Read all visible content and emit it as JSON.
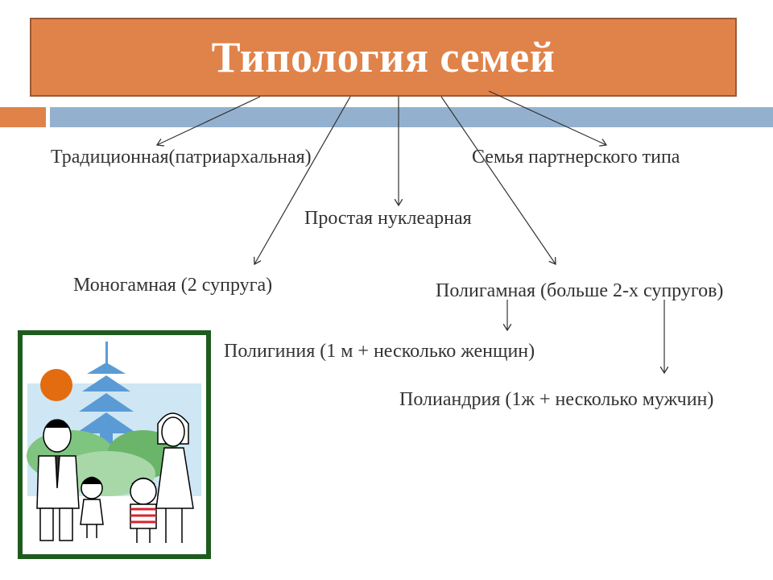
{
  "title": "Типология семей",
  "nodes": {
    "traditional": "Традиционная(патриархальная)",
    "partner": "Семья партнерского типа",
    "nuclear": "Простая нуклеарная",
    "monogamous": "Моногамная (2 супруга)",
    "polygamous": "Полигамная (больше 2-х супругов)",
    "polygyny": "Полигиния (1 м + несколько женщин)",
    "polyandry": "Полиандрия (1ж + несколько мужчин)"
  },
  "colors": {
    "title_fill": "#e0834a",
    "accent_blue": "#93b1cf",
    "frame_green": "#1e5c1e",
    "text": "#333333"
  },
  "icons": [
    "family-clipart"
  ]
}
